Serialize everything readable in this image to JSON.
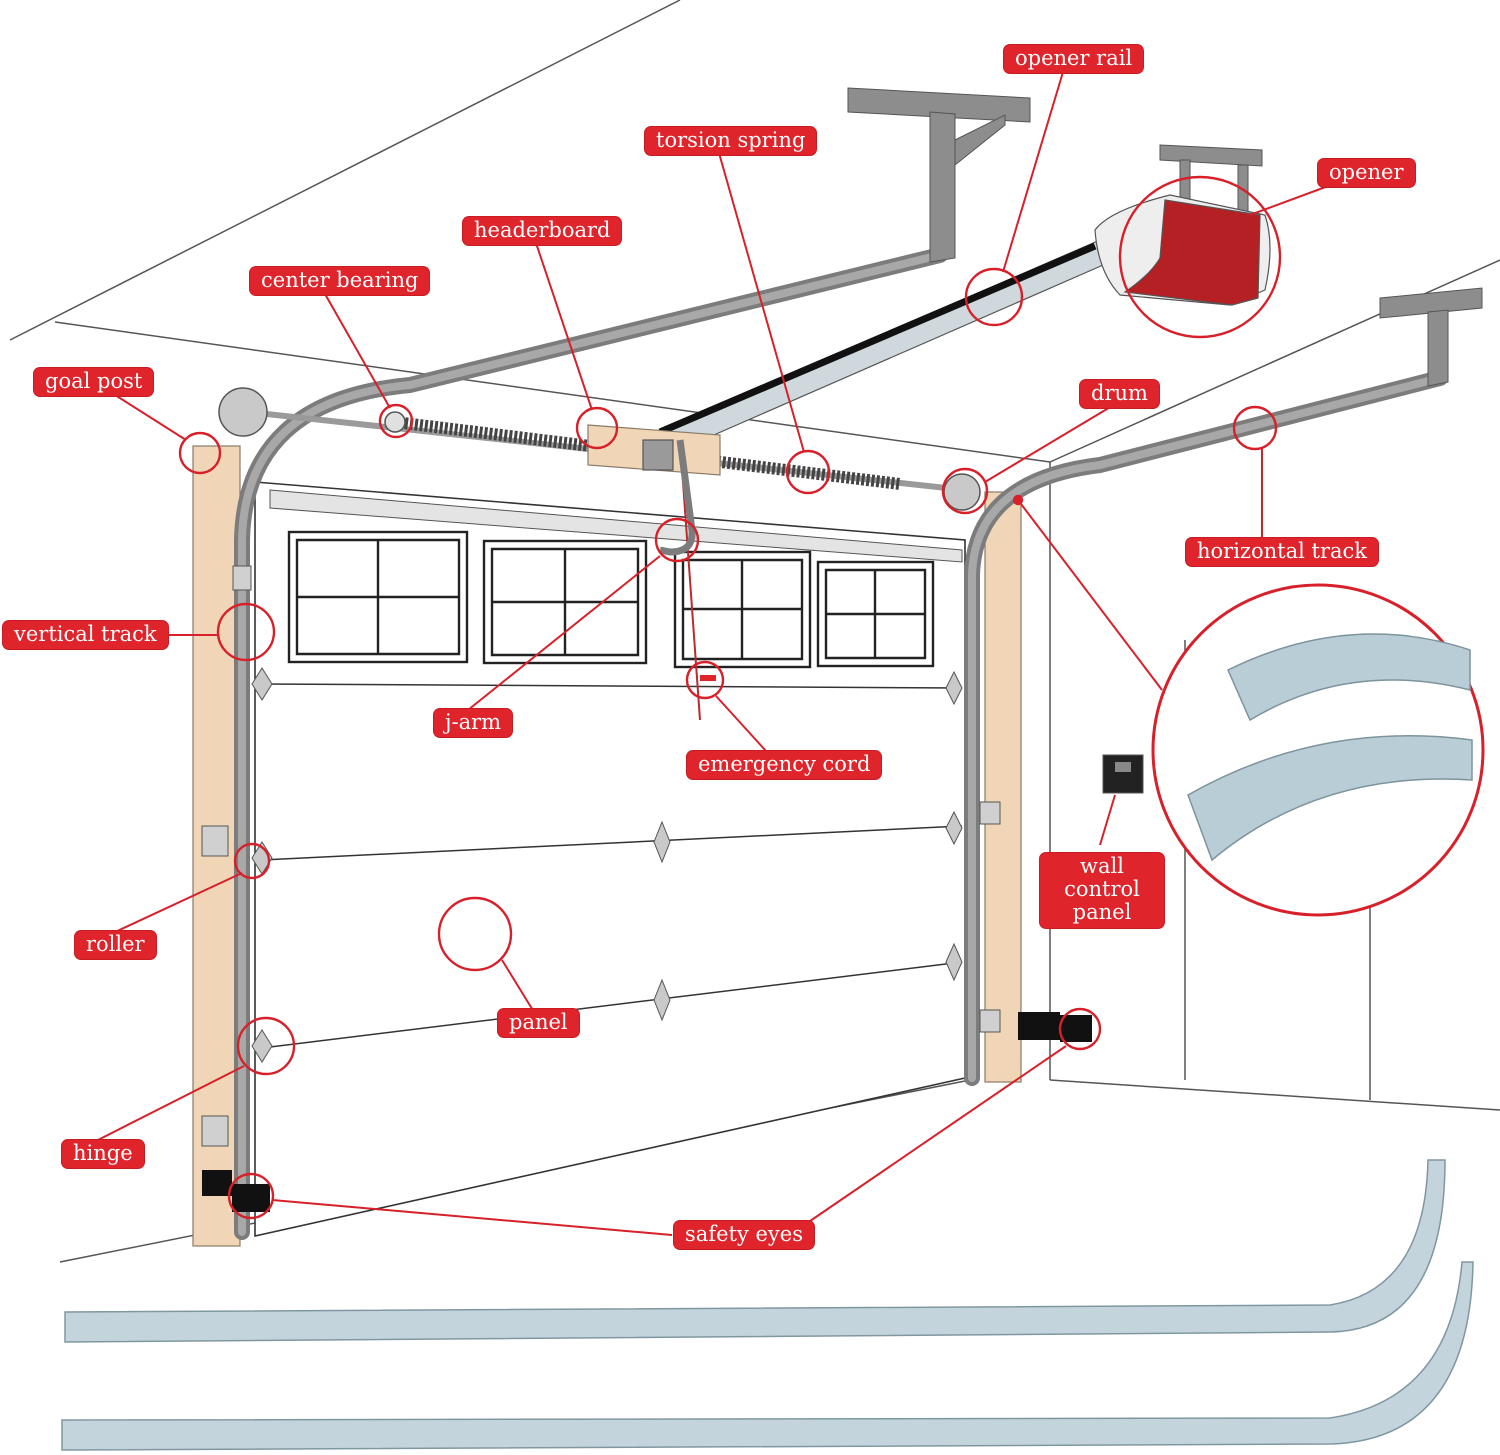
{
  "labels": {
    "opener_rail": "opener rail",
    "torsion_spring": "torsion spring",
    "opener": "opener",
    "headerboard": "headerboard",
    "center_bearing": "center bearing",
    "goal_post": "goal post",
    "drum": "drum",
    "horizontal_track": "horizontal track",
    "vertical_track": "vertical track",
    "j_arm": "j-arm",
    "emergency_cord": "emergency cord",
    "wall_control_panel": "wall control panel",
    "roller": "roller",
    "panel": "panel",
    "hinge": "hinge",
    "safety_eyes": "safety eyes"
  },
  "colors": {
    "label_bg": "#e0242b",
    "label_text": "#ffffff",
    "callout": "#d8202a",
    "track": "#8c8c8c",
    "wood": "#f0d6b6",
    "opener_red": "#b52024",
    "rail_metal": "#b9cdd6"
  }
}
